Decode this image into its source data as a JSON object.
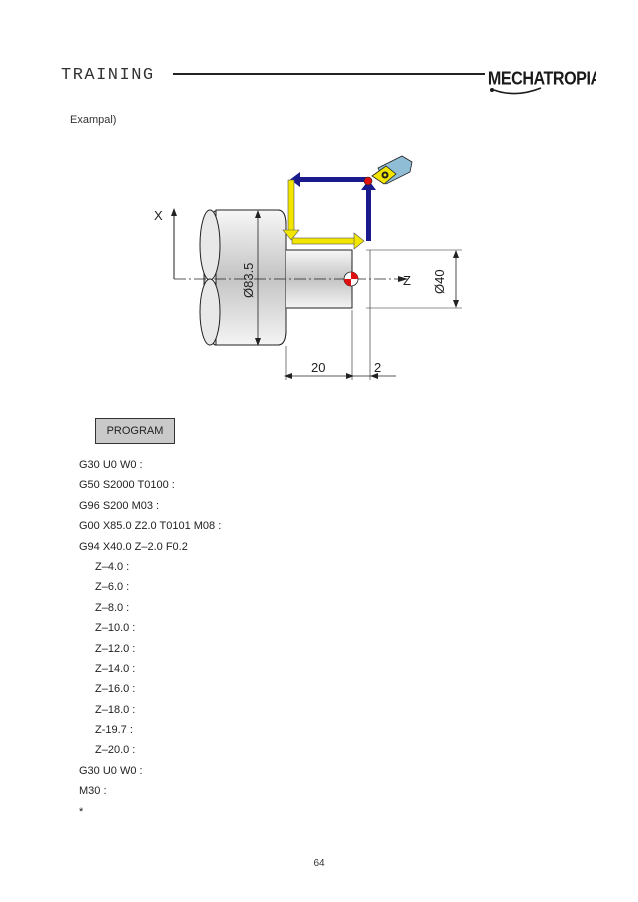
{
  "header": {
    "title": "TRAINING",
    "logo_text": "MECHATROPIA"
  },
  "caption": "Exampal)",
  "figure": {
    "axis_x_label": "X",
    "axis_z_label": "Z",
    "diameter_large": "Ø83.5",
    "diameter_small": "Ø40",
    "length_label": "20",
    "offset_label": "2",
    "colors": {
      "rapid_arrow": "#1a1a8c",
      "feed_arrow": "#f2e600",
      "workpiece": "#d8d8d8",
      "origin_marker": "#e01010"
    }
  },
  "program": {
    "label": "PROGRAM",
    "lines": [
      {
        "text": "G30 U0 W0 :",
        "indent": false
      },
      {
        "text": "G50 S2000 T0100 :",
        "indent": false
      },
      {
        "text": "G96 S200 M03 :",
        "indent": false
      },
      {
        "text": "G00 X85.0 Z2.0 T0101 M08 :",
        "indent": false
      },
      {
        "text": "G94 X40.0 Z–2.0 F0.2",
        "indent": false
      },
      {
        "text": "Z–4.0 :",
        "indent": true
      },
      {
        "text": "Z–6.0 :",
        "indent": true
      },
      {
        "text": "Z–8.0 :",
        "indent": true
      },
      {
        "text": "Z–10.0 :",
        "indent": true
      },
      {
        "text": "Z–12.0 :",
        "indent": true
      },
      {
        "text": "Z–14.0 :",
        "indent": true
      },
      {
        "text": "Z–16.0 :",
        "indent": true
      },
      {
        "text": "Z–18.0 :",
        "indent": true
      },
      {
        "text": "Z-19.7 :",
        "indent": true
      },
      {
        "text": "Z–20.0 :",
        "indent": true
      },
      {
        "text": "G30 U0 W0 :",
        "indent": false
      },
      {
        "text": "M30 :",
        "indent": false
      },
      {
        "text": "*",
        "indent": false
      }
    ]
  },
  "page_number": "64"
}
